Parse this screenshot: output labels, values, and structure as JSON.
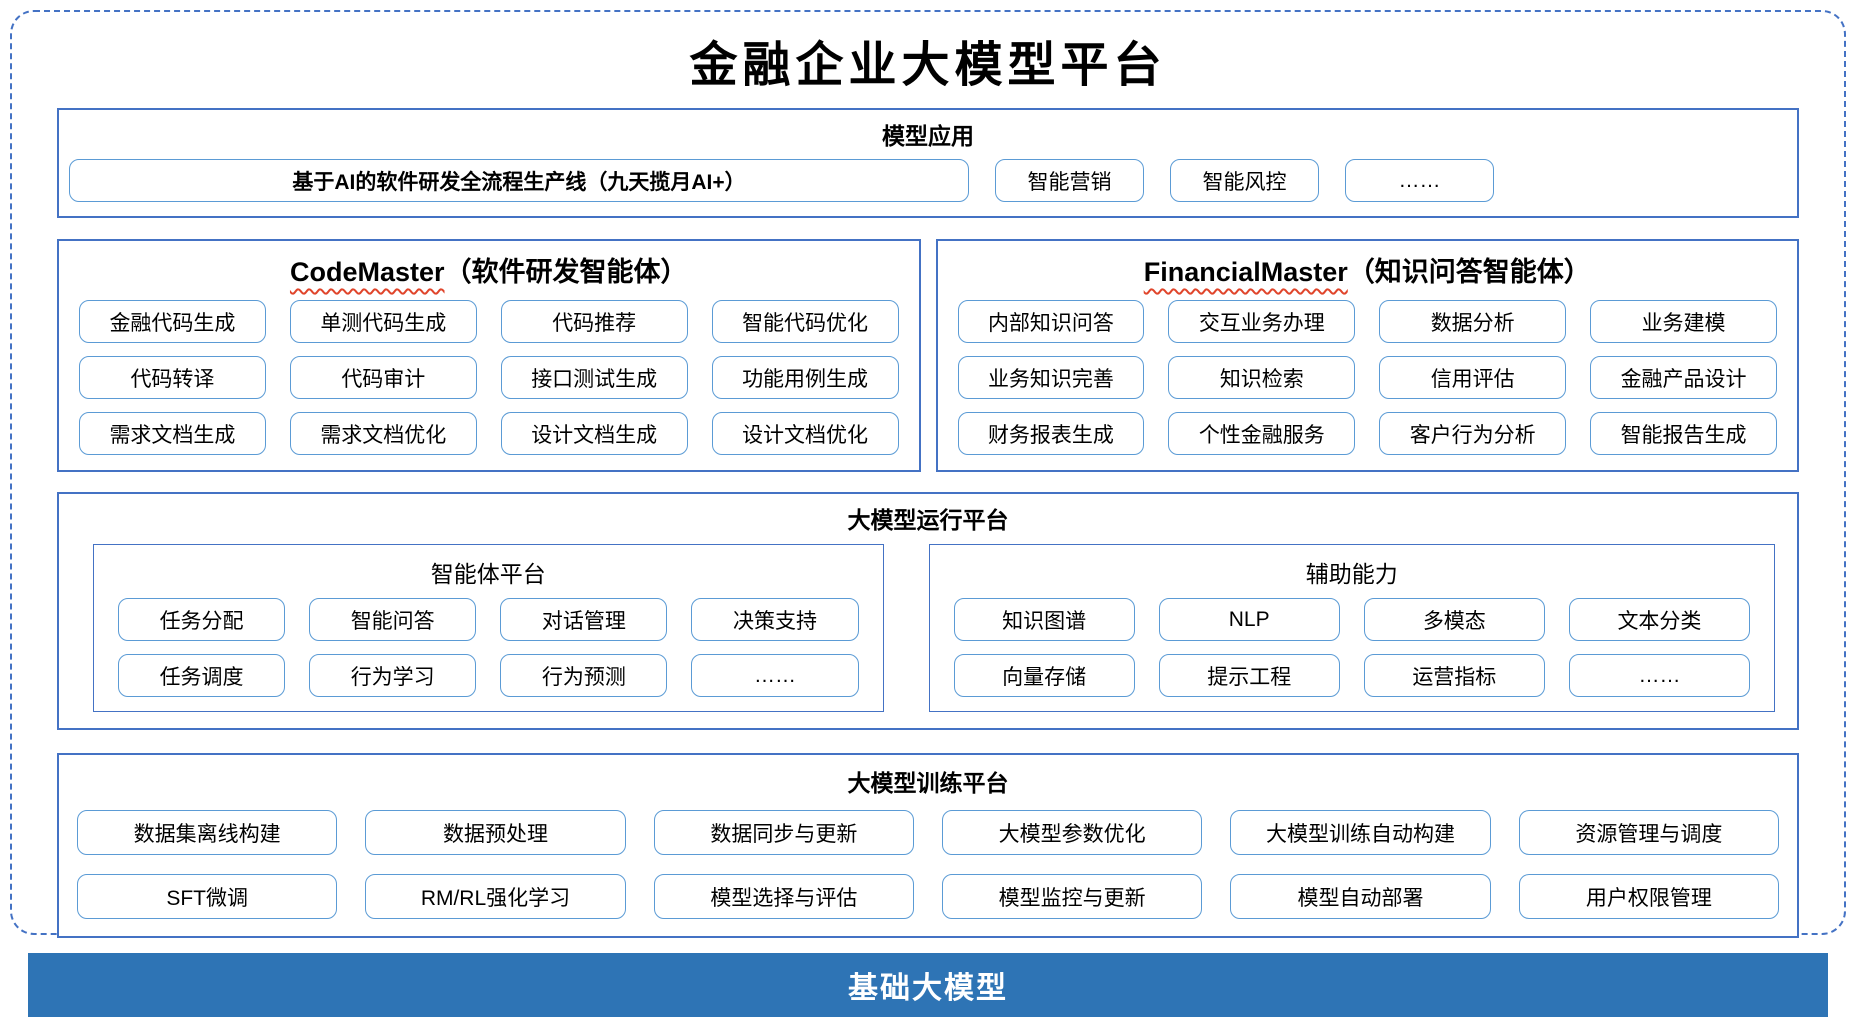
{
  "title": "金融企业大模型平台",
  "colors": {
    "accent_border": "#4472C4",
    "pill_border": "#5B9BD5",
    "squiggle_red": "#E0452B",
    "foundation_bar": "#2E74B5"
  },
  "applications": {
    "header": "模型应用",
    "pipeline": "基于AI的软件研发全流程生产线（九天揽月AI+）",
    "items": [
      "智能营销",
      "智能风控",
      "……"
    ]
  },
  "agents": {
    "code_master": {
      "name": "CodeMaster",
      "subtitle": "（软件研发智能体）",
      "items": [
        "金融代码生成",
        "单测代码生成",
        "代码推荐",
        "智能代码优化",
        "代码转译",
        "代码审计",
        "接口测试生成",
        "功能用例生成",
        "需求文档生成",
        "需求文档优化",
        "设计文档生成",
        "设计文档优化"
      ]
    },
    "financial_master": {
      "name": "FinancialMaster",
      "subtitle": "（知识问答智能体）",
      "items": [
        "内部知识问答",
        "交互业务办理",
        "数据分析",
        "业务建模",
        "业务知识完善",
        "知识检索",
        "信用评估",
        "金融产品设计",
        "财务报表生成",
        "个性金融服务",
        "客户行为分析",
        "智能报告生成"
      ]
    }
  },
  "runtime": {
    "header": "大模型运行平台",
    "agent_platform": {
      "header": "智能体平台",
      "items": [
        "任务分配",
        "智能问答",
        "对话管理",
        "决策支持",
        "任务调度",
        "行为学习",
        "行为预测",
        "……"
      ]
    },
    "auxiliary": {
      "header": "辅助能力",
      "items": [
        "知识图谱",
        "NLP",
        "多模态",
        "文本分类",
        "向量存储",
        "提示工程",
        "运营指标",
        "……"
      ]
    }
  },
  "training": {
    "header": "大模型训练平台",
    "items": [
      "数据集离线构建",
      "数据预处理",
      "数据同步与更新",
      "大模型参数优化",
      "大模型训练自动构建",
      "资源管理与调度",
      "SFT微调",
      "RM/RL强化学习",
      "模型选择与评估",
      "模型监控与更新",
      "模型自动部署",
      "用户权限管理"
    ]
  },
  "foundation": {
    "label": "基础大模型"
  }
}
